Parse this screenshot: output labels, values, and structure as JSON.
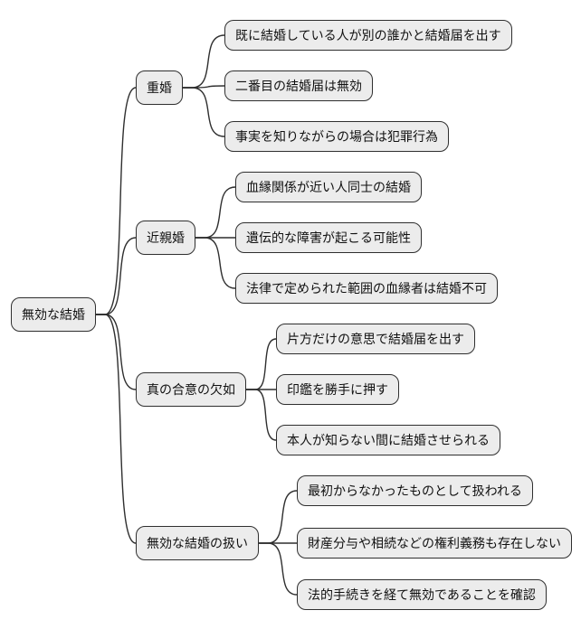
{
  "diagram": {
    "type": "mindmap",
    "root": {
      "label": "無効な結婚"
    },
    "branches": [
      {
        "label": "重婚",
        "children": [
          "既に結婚している人が別の誰かと結婚届を出す",
          "二番目の結婚届は無効",
          "事実を知りながらの場合は犯罪行為"
        ]
      },
      {
        "label": "近親婚",
        "children": [
          "血縁関係が近い人同士の結婚",
          "遺伝的な障害が起こる可能性",
          "法律で定められた範囲の血縁者は結婚不可"
        ]
      },
      {
        "label": "真の合意の欠如",
        "children": [
          "片方だけの意思で結婚届を出す",
          "印鑑を勝手に押す",
          "本人が知らない間に結婚させられる"
        ]
      },
      {
        "label": "無効な結婚の扱い",
        "children": [
          "最初からなかったものとして扱われる",
          "財産分与や相続などの権利義務も存在しない",
          "法的手続きを経て無効であることを確認"
        ]
      }
    ],
    "colors": {
      "background": "#ffffff",
      "node_fill": "#ececec",
      "node_border": "#2f2f2f",
      "edge": "#2f2f2f",
      "text": "#111111"
    }
  }
}
